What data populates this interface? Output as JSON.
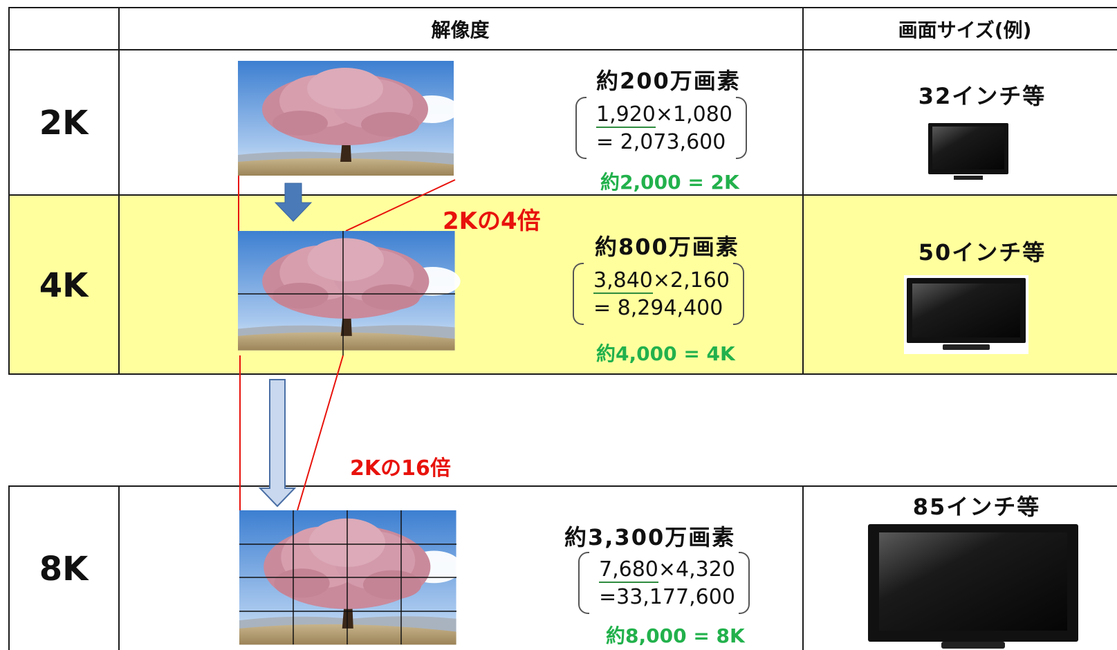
{
  "header": {
    "resolution_label": "解像度",
    "screen_size_label": "画面サイズ(例)"
  },
  "rows": [
    {
      "label": "2K",
      "pixels_title": "約200万画素",
      "calc_multiplicand": "1,920",
      "calc_multiplier": "×1,080",
      "calc_result": "= 2,073,600",
      "approx": "約2,000 = 2K",
      "screen_size": "32インチ等"
    },
    {
      "label": "4K",
      "pixels_title": "約800万画素",
      "calc_multiplicand": "3,840",
      "calc_multiplier": "×2,160",
      "calc_result": "= 8,294,400",
      "approx": "約4,000 = 4K",
      "screen_size": "50インチ等"
    },
    {
      "label": "8K",
      "pixels_title": "約3,300万画素",
      "calc_multiplicand": "7,680",
      "calc_multiplier": "×4,320",
      "calc_result": "=33,177,600",
      "approx": "約8,000 = 8K",
      "screen_size": "85インチ等"
    }
  ],
  "annotations": {
    "four_times": "2Kの4倍",
    "sixteen_times": "2Kの16倍"
  },
  "colors": {
    "highlight_row": "#ffff9e",
    "annotation_red": "#e8120c",
    "approx_green": "#22b14c",
    "arrow_blue": "#4a7ab8",
    "arrow_light": "#c9d8ee"
  }
}
